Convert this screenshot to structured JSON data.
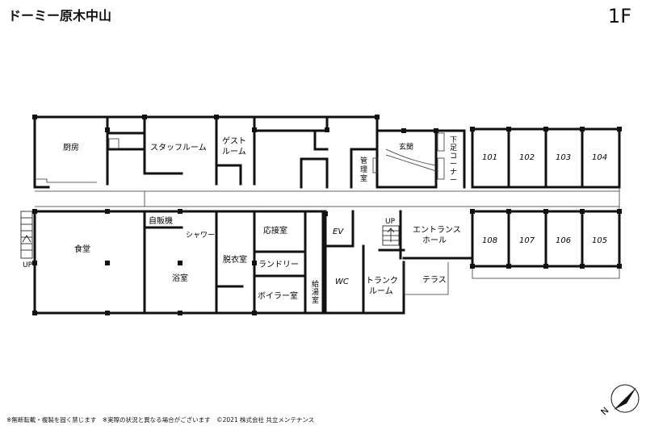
{
  "header": {
    "title": "ドーミー原木中山",
    "floor": "1F"
  },
  "rooms": {
    "kitchen": "厨房",
    "staff_room": "スタッフルーム",
    "guest_room_line1": "ゲスト",
    "guest_room_line2": "ルーム",
    "office_chars": [
      "管",
      "理",
      "室"
    ],
    "entrance": "玄関",
    "shoe_corner_chars": [
      "下",
      "足",
      "コ",
      "ー",
      "ナ",
      "ー"
    ],
    "dining": "食堂",
    "vending": "自販機",
    "shower": "シャワー",
    "changing": "脱衣室",
    "reception": "応接室",
    "laundry": "ランドリー",
    "boiler": "ボイラー室",
    "bath": "浴室",
    "supply_chars": [
      "給",
      "湯",
      "室"
    ],
    "ev": "EV",
    "wc": "WC",
    "trunk_line1": "トランク",
    "trunk_line2": "ルーム",
    "hall_line1": "エントランス",
    "hall_line2": "ホール",
    "terrace": "テラス",
    "up_left": "UP",
    "up_center": "UP"
  },
  "units_top": [
    "101",
    "102",
    "103",
    "104"
  ],
  "units_bottom": [
    "108",
    "107",
    "106",
    "105"
  ],
  "footer": "※無断転載・複製を固く禁じます　※実際の状況と異なる場合がございます　©2021 株式会社 共立メンテナンス",
  "compass": {
    "label": "N"
  }
}
